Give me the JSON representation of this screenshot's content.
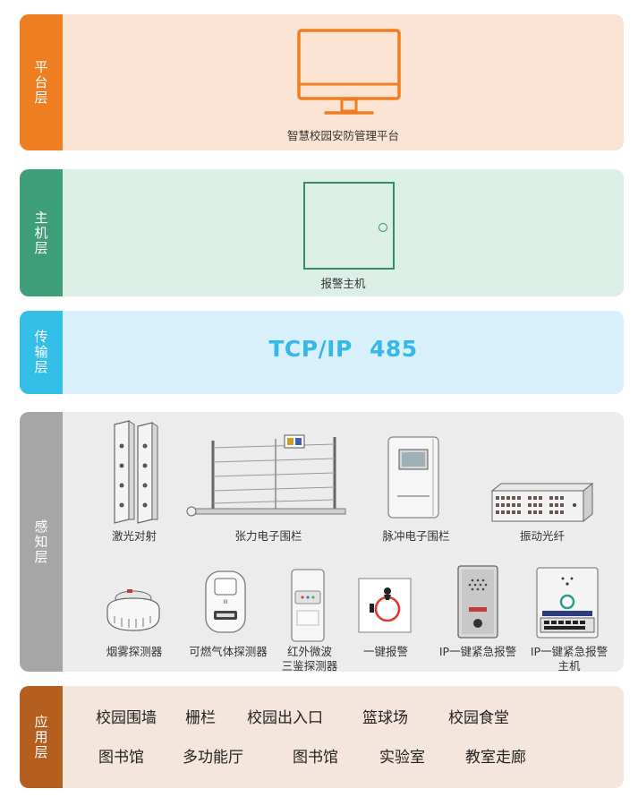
{
  "layers": {
    "platform": {
      "label": "平台层",
      "icon": "monitor-icon",
      "caption": "智慧校园安防管理平台"
    },
    "host": {
      "label": "主机层",
      "icon": "alarm-panel-icon",
      "caption": "报警主机"
    },
    "transport": {
      "label": "传输层",
      "protocols": "TCP/IP 485"
    },
    "sense": {
      "label": "感知层",
      "devices": [
        {
          "name": "激光对射",
          "icon": "laser-beam-detector-icon"
        },
        {
          "name": "张力电子围栏",
          "icon": "tension-fence-icon"
        },
        {
          "name": "脉冲电子围栏",
          "icon": "pulse-fence-icon"
        },
        {
          "name": "振动光纤",
          "icon": "vibration-fiber-icon"
        },
        {
          "name": "烟雾探测器",
          "icon": "smoke-detector-icon"
        },
        {
          "name": "可燃气体探测器",
          "icon": "gas-detector-icon"
        },
        {
          "name": "红外微波",
          "name2": "三鉴探测器",
          "icon": "pir-microwave-detector-icon"
        },
        {
          "name": "一键报警",
          "icon": "panic-button-icon"
        },
        {
          "name": "IP一键紧急报警",
          "icon": "ip-emergency-alarm-icon"
        },
        {
          "name": "IP一键紧急报警",
          "name2": "主机",
          "icon": "ip-emergency-host-icon"
        }
      ]
    },
    "application": {
      "label": "应用层",
      "items": [
        "校园围墙",
        "栅栏",
        "校园出入口",
        "篮球场",
        "校园食堂",
        "图书馆",
        "多功能厅",
        "图书馆",
        "实验室",
        "教室走廊"
      ]
    }
  },
  "colors": {
    "platform": "#ef7d22",
    "host": "#3e9e7a",
    "transport": "#34bfe8",
    "sense": "#a6a6a6",
    "application": "#b45f1f"
  }
}
